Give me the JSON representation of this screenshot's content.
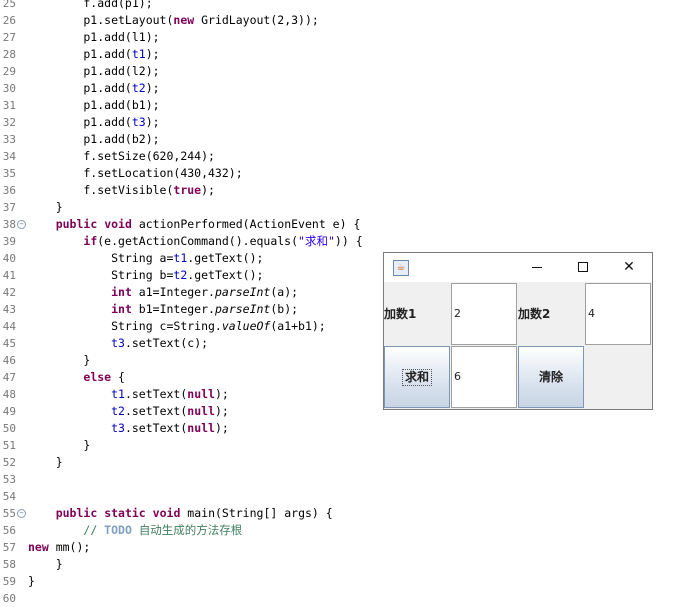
{
  "editor": {
    "lines": [
      {
        "n": "25",
        "fold": false,
        "html": "        f.add(p1);"
      },
      {
        "n": "26",
        "fold": false,
        "html": "        p1.setLayout(<span class=\"kw\">new</span> GridLayout(2,3));"
      },
      {
        "n": "27",
        "fold": false,
        "html": "        p1.add(l1);"
      },
      {
        "n": "28",
        "fold": false,
        "html": "        p1.add(<span class=\"fld\">t1</span>);"
      },
      {
        "n": "29",
        "fold": false,
        "html": "        p1.add(l2);"
      },
      {
        "n": "30",
        "fold": false,
        "html": "        p1.add(<span class=\"fld\">t2</span>);"
      },
      {
        "n": "31",
        "fold": false,
        "html": "        p1.add(b1);"
      },
      {
        "n": "32",
        "fold": false,
        "html": "        p1.add(<span class=\"fld\">t3</span>);"
      },
      {
        "n": "33",
        "fold": false,
        "html": "        p1.add(b2);"
      },
      {
        "n": "34",
        "fold": false,
        "html": "        f.setSize(620,244);"
      },
      {
        "n": "35",
        "fold": false,
        "html": "        f.setLocation(430,432);"
      },
      {
        "n": "36",
        "fold": false,
        "html": "        f.setVisible(<span class=\"kw\">true</span>);"
      },
      {
        "n": "37",
        "fold": false,
        "html": "    }"
      },
      {
        "n": "38",
        "fold": true,
        "html": "    <span class=\"kw\">public</span> <span class=\"kw\">void</span> actionPerformed(ActionEvent e) {"
      },
      {
        "n": "39",
        "fold": false,
        "html": "        <span class=\"kw\">if</span>(e.getActionCommand().equals(<span class=\"str\">\"<span class=\"cjk\">求和</span>\"</span>)) {"
      },
      {
        "n": "40",
        "fold": false,
        "html": "            String a=<span class=\"fld\">t1</span>.getText();"
      },
      {
        "n": "41",
        "fold": false,
        "html": "            String b=<span class=\"fld\">t2</span>.getText();"
      },
      {
        "n": "42",
        "fold": false,
        "html": "            <span class=\"kw\">int</span> a1=Integer.<span class=\"it\">parseInt</span>(a);"
      },
      {
        "n": "43",
        "fold": false,
        "html": "            <span class=\"kw\">int</span> b1=Integer.<span class=\"it\">parseInt</span>(b);"
      },
      {
        "n": "44",
        "fold": false,
        "html": "            String c=String.<span class=\"it\">valueOf</span>(a1+b1);"
      },
      {
        "n": "45",
        "fold": false,
        "html": "            <span class=\"fld\">t3</span>.setText(c);"
      },
      {
        "n": "46",
        "fold": false,
        "html": "        }"
      },
      {
        "n": "47",
        "fold": false,
        "html": "        <span class=\"kw\">else</span> {"
      },
      {
        "n": "48",
        "fold": false,
        "html": "            <span class=\"fld\">t1</span>.setText(<span class=\"kw\">null</span>);"
      },
      {
        "n": "49",
        "fold": false,
        "html": "            <span class=\"fld\">t2</span>.setText(<span class=\"kw\">null</span>);"
      },
      {
        "n": "50",
        "fold": false,
        "html": "            <span class=\"fld\">t3</span>.setText(<span class=\"kw\">null</span>);"
      },
      {
        "n": "51",
        "fold": false,
        "html": "        }"
      },
      {
        "n": "52",
        "fold": false,
        "html": "    }"
      },
      {
        "n": "53",
        "fold": false,
        "html": ""
      },
      {
        "n": "54",
        "fold": false,
        "html": ""
      },
      {
        "n": "55",
        "fold": true,
        "html": "    <span class=\"kw\">public</span> <span class=\"kw\">static</span> <span class=\"kw\">void</span> main(String[] args) {"
      },
      {
        "n": "56",
        "fold": false,
        "html": "        <span class=\"cmt\">// <span class=\"todo\">TODO</span> <span class=\"cjk\">自动生成的方法存根</span></span>"
      },
      {
        "n": "57",
        "fold": false,
        "html": "<span class=\"kw\">new</span> mm();"
      },
      {
        "n": "58",
        "fold": false,
        "html": "    }"
      },
      {
        "n": "59",
        "fold": false,
        "html": "}"
      },
      {
        "n": "60",
        "fold": false,
        "html": ""
      }
    ]
  },
  "swing_window": {
    "minimize_glyph": "minimize-icon",
    "maximize_glyph": "maximize-icon",
    "close_label": "✕",
    "label1": "加数1",
    "field1_value": "2",
    "label2": "加数2",
    "field2_value": "4",
    "sum_button": "求和",
    "result_value": "6",
    "clear_button": "清除"
  },
  "colors": {
    "keyword": "#7f0055",
    "string": "#2a00ff",
    "field": "#0000c0",
    "comment": "#3f7f5f",
    "line_number": "#787878"
  }
}
